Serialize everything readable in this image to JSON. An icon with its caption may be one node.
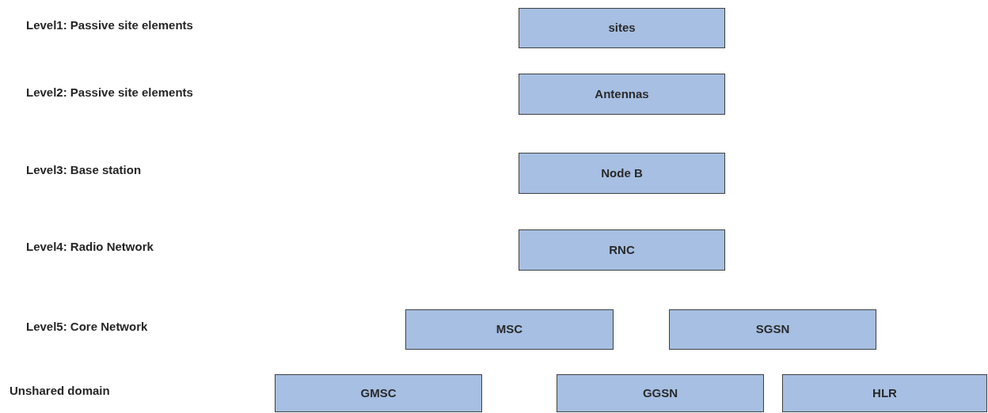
{
  "diagram": {
    "nodes": [
      {
        "text": [
          "sites"
        ]
      },
      {
        "text": [
          "Antennas"
        ]
      },
      {
        "text": [
          "Node B"
        ]
      },
      {
        "text": [
          "RNC"
        ]
      },
      {
        "text": [
          "MSC"
        ]
      },
      {
        "text": [
          "SGSN"
        ]
      },
      {
        "text": [
          "GMSC"
        ]
      },
      {
        "text": [
          "GGSN"
        ]
      },
      {
        "text": [
          "HLR"
        ]
      }
    ],
    "labels": [
      "Level1: Passive site elements",
      "Level2: Passive site elements",
      "Level3: Base station",
      "Level4: Radio Network",
      "Level5: Core Network",
      "Unshared domain"
    ]
  }
}
